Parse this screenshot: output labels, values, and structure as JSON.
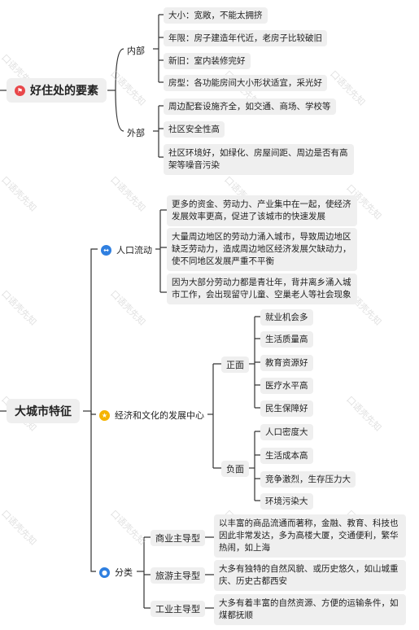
{
  "housing": {
    "title": "好住处的要素",
    "inner": {
      "label": "内部",
      "items": [
        "大小：宽敞，不能太拥挤",
        "年限：房子建造年代近，老房子比较破旧",
        "新旧：室内装修完好",
        "房型：各功能房间大小形状适宜，采光好"
      ]
    },
    "outer": {
      "label": "外部",
      "items": [
        "周边配套设施齐全，如交通、商场、学校等",
        "社区安全性高",
        "社区环境好，如绿化、房屋间距、周边是否有高架等噪音污染"
      ]
    }
  },
  "city": {
    "title": "大城市特征",
    "population": {
      "label": "人口流动",
      "items": [
        "更多的资金、劳动力、产业集中在一起，使经济发展效率更高，促进了该城市的快速发展",
        "大量周边地区的劳动力涌入城市，导致周边地区缺乏劳动力，造成周边地区经济发展欠缺动力，使不同地区发展严重不平衡",
        "因为大部分劳动力都是青壮年，背井离乡涌入城市工作，会出现留守儿童、空巢老人等社会现象"
      ]
    },
    "center": {
      "label": "经济和文化的发展中心",
      "positive": {
        "label": "正面",
        "items": [
          "就业机会多",
          "生活质量高",
          "教育资源好",
          "医疗水平高",
          "民生保障好"
        ]
      },
      "negative": {
        "label": "负面",
        "items": [
          "人口密度大",
          "生活成本高",
          "竞争激烈，生存压力大",
          "环境污染大"
        ]
      }
    },
    "types": {
      "label": "分类",
      "items": [
        {
          "label": "商业主导型",
          "desc": "以丰富的商品流通而著称，金融、教育、科技也因此非常发达，多为高楼大厦，交通便利，繁华热闹，如上海"
        },
        {
          "label": "旅游主导型",
          "desc": "大多有独特的自然风貌、或历史悠久，如山城重庆、历史古都西安"
        },
        {
          "label": "工业主导型",
          "desc": "大多有着丰富的自然资源、方便的运输条件，如煤都抚顺"
        }
      ]
    }
  },
  "watermark": "口语壳先知",
  "colors": {
    "line": "#333333",
    "node_bg": "#efefef",
    "icon_red": "#e8474a",
    "icon_blue": "#2f7fe0",
    "icon_yellow": "#f5b400"
  }
}
